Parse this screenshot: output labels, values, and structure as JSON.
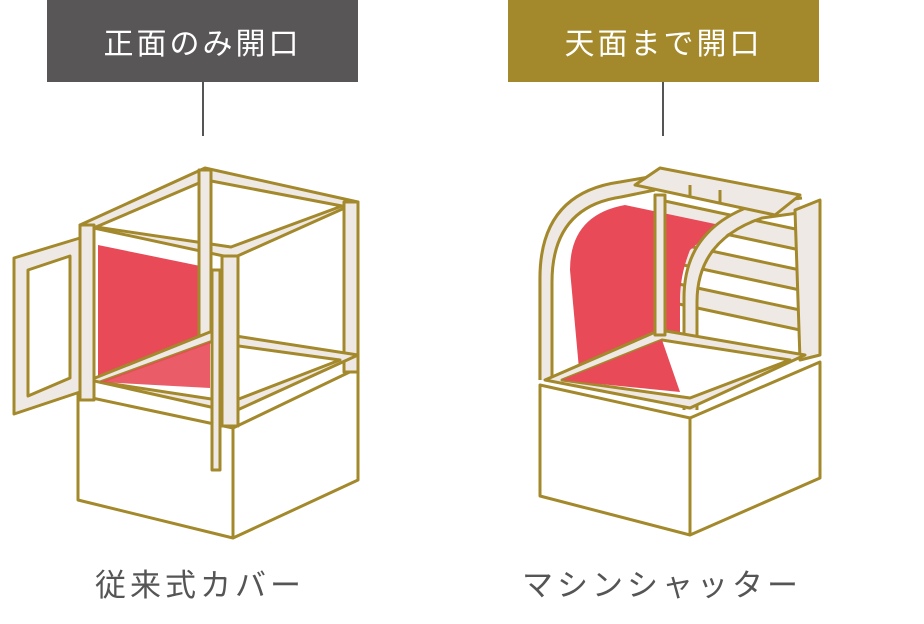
{
  "left": {
    "badge_label": "正面のみ開口",
    "caption": "従来式カバー"
  },
  "right": {
    "badge_label": "天面まで開口",
    "caption": "マシンシャッター"
  },
  "colors": {
    "badge_left": "#585657",
    "badge_right": "#a3892b",
    "frame_stroke": "#a3892b",
    "frame_fill": "#efe9e6",
    "opening_fill": "#e84a57"
  }
}
